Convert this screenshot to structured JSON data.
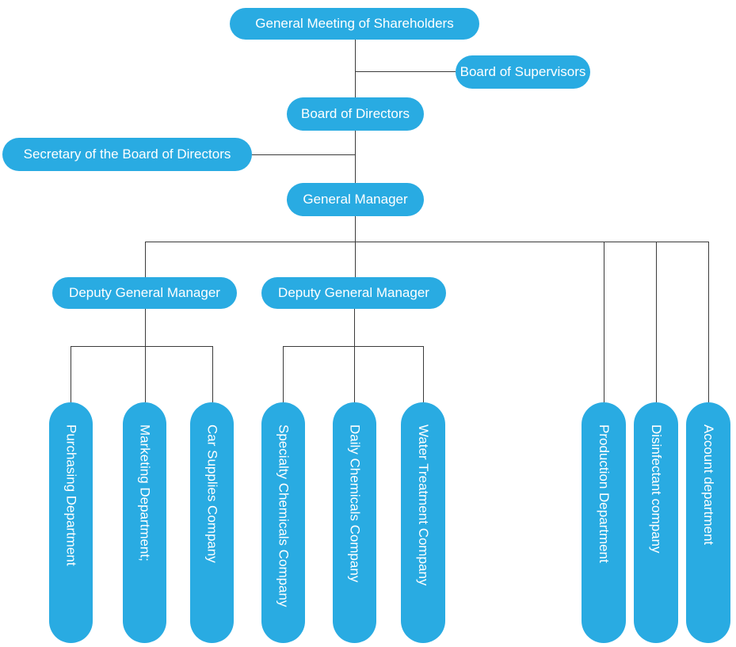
{
  "colors": {
    "background": "#FFFFFF",
    "node_fill": "#29ABE2",
    "node_text": "#FFFFFF",
    "connector": "#3B3B3B"
  },
  "org_chart": {
    "nodes": [
      {
        "id": "shareholders",
        "label": "General Meeting of Shareholders",
        "parent": null,
        "orientation": "horizontal"
      },
      {
        "id": "supervisors",
        "label": "Board of Supervisors",
        "parent": "shareholders",
        "orientation": "horizontal"
      },
      {
        "id": "directors",
        "label": "Board of Directors",
        "parent": "shareholders",
        "orientation": "horizontal"
      },
      {
        "id": "secretary",
        "label": "Secretary of the Board of Directors",
        "parent": "directors",
        "orientation": "horizontal"
      },
      {
        "id": "general-manager",
        "label": "General Manager",
        "parent": "directors",
        "orientation": "horizontal"
      },
      {
        "id": "deputy-gm-1",
        "label": "Deputy General Manager",
        "parent": "general-manager",
        "orientation": "horizontal"
      },
      {
        "id": "deputy-gm-2",
        "label": "Deputy General Manager",
        "parent": "general-manager",
        "orientation": "horizontal"
      },
      {
        "id": "purchasing",
        "label": "Purchasing Department",
        "parent": "deputy-gm-1",
        "orientation": "vertical"
      },
      {
        "id": "marketing",
        "label": "Marketing Department;",
        "parent": "deputy-gm-1",
        "orientation": "vertical"
      },
      {
        "id": "car-supplies",
        "label": "Car Supplies Company",
        "parent": "deputy-gm-1",
        "orientation": "vertical"
      },
      {
        "id": "specialty-chemicals",
        "label": "Specialty Chemicals Company",
        "parent": "deputy-gm-2",
        "orientation": "vertical"
      },
      {
        "id": "daily-chemicals",
        "label": "Daily Chemicals Company",
        "parent": "deputy-gm-2",
        "orientation": "vertical"
      },
      {
        "id": "water-treatment",
        "label": "Water Treatment Company",
        "parent": "deputy-gm-2",
        "orientation": "vertical"
      },
      {
        "id": "production",
        "label": "Production Department",
        "parent": "general-manager",
        "orientation": "vertical"
      },
      {
        "id": "disinfectant",
        "label": "Disinfectant company",
        "parent": "general-manager",
        "orientation": "vertical"
      },
      {
        "id": "account",
        "label": "Account department",
        "parent": "general-manager",
        "orientation": "vertical"
      }
    ]
  }
}
